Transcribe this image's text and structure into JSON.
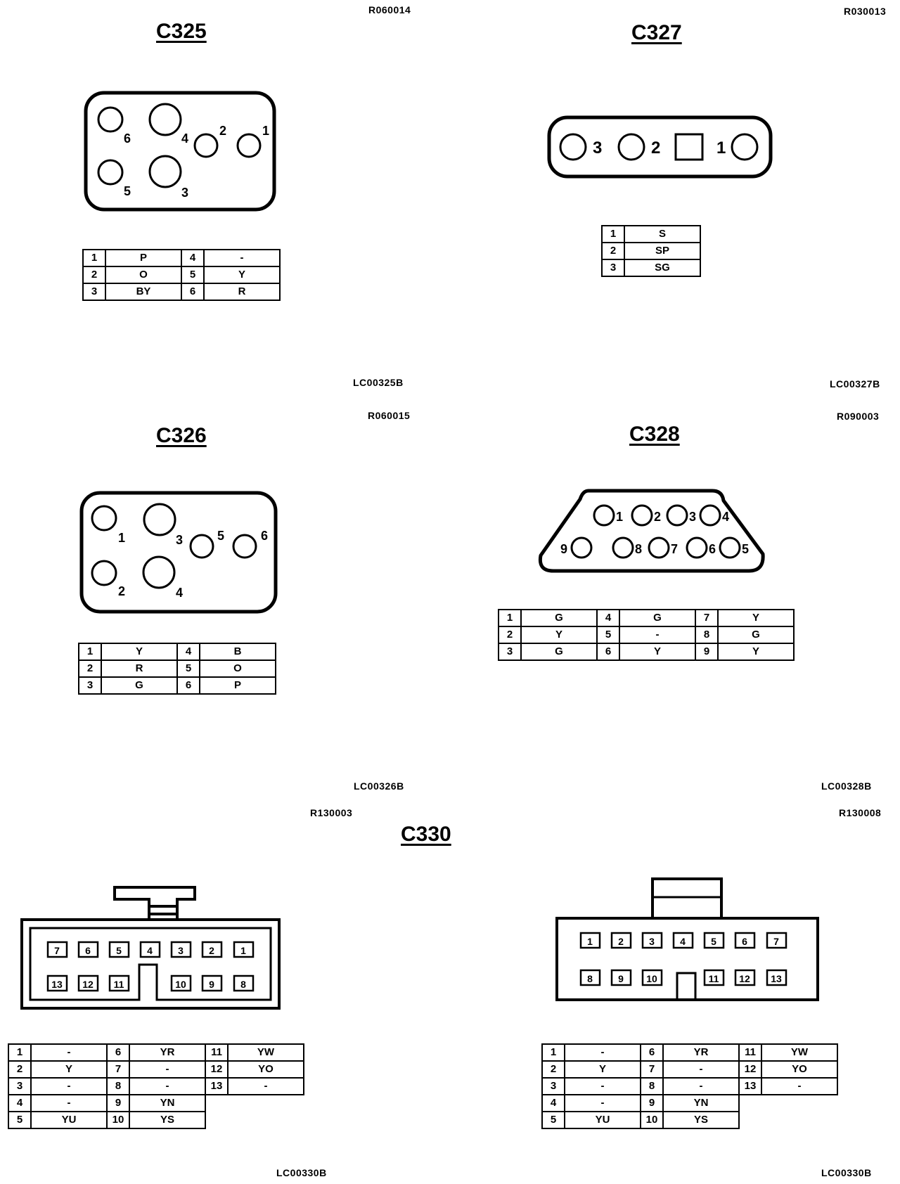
{
  "c325": {
    "title": "C325",
    "ref_code": "R060014",
    "doc_code": "LC00325B",
    "pin_labels": [
      "6",
      "4",
      "2",
      "1",
      "5",
      "3"
    ],
    "rows": [
      [
        {
          "n": "1",
          "v": "P"
        },
        {
          "n": "4",
          "v": "-"
        }
      ],
      [
        {
          "n": "2",
          "v": "O"
        },
        {
          "n": "5",
          "v": "Y"
        }
      ],
      [
        {
          "n": "3",
          "v": "BY"
        },
        {
          "n": "6",
          "v": "R"
        }
      ]
    ]
  },
  "c327": {
    "title": "C327",
    "ref_code": "R030013",
    "doc_code": "LC00327B",
    "pin_labels": [
      "3",
      "2",
      "1"
    ],
    "rows": [
      [
        {
          "n": "1",
          "v": "S"
        }
      ],
      [
        {
          "n": "2",
          "v": "SP"
        }
      ],
      [
        {
          "n": "3",
          "v": "SG"
        }
      ]
    ]
  },
  "c326": {
    "title": "C326",
    "ref_code": "R060015",
    "doc_code": "LC00326B",
    "pin_labels": [
      "1",
      "3",
      "5",
      "6",
      "2",
      "4"
    ],
    "rows": [
      [
        {
          "n": "1",
          "v": "Y"
        },
        {
          "n": "4",
          "v": "B"
        }
      ],
      [
        {
          "n": "2",
          "v": "R"
        },
        {
          "n": "5",
          "v": "O"
        }
      ],
      [
        {
          "n": "3",
          "v": "G"
        },
        {
          "n": "6",
          "v": "P"
        }
      ]
    ]
  },
  "c328": {
    "title": "C328",
    "ref_code": "R090003",
    "doc_code": "LC00328B",
    "pin_labels": [
      "1",
      "2",
      "3",
      "4",
      "9",
      "8",
      "7",
      "6",
      "5"
    ],
    "rows": [
      [
        {
          "n": "1",
          "v": "G"
        },
        {
          "n": "4",
          "v": "G"
        },
        {
          "n": "7",
          "v": "Y"
        }
      ],
      [
        {
          "n": "2",
          "v": "Y"
        },
        {
          "n": "5",
          "v": "-"
        },
        {
          "n": "8",
          "v": "G"
        }
      ],
      [
        {
          "n": "3",
          "v": "G"
        },
        {
          "n": "6",
          "v": "Y"
        },
        {
          "n": "9",
          "v": "Y"
        }
      ]
    ]
  },
  "c330": {
    "title": "C330",
    "left": {
      "ref_code": "R130003",
      "doc_code": "LC00330B",
      "top_row": [
        "7",
        "6",
        "5",
        "4",
        "3",
        "2",
        "1"
      ],
      "bottom_left": [
        "13",
        "12",
        "11"
      ],
      "bottom_right": [
        "10",
        "9",
        "8"
      ],
      "rows": [
        [
          {
            "n": "1",
            "v": "-"
          },
          {
            "n": "6",
            "v": "YR"
          },
          {
            "n": "11",
            "v": "YW"
          }
        ],
        [
          {
            "n": "2",
            "v": "Y"
          },
          {
            "n": "7",
            "v": "-"
          },
          {
            "n": "12",
            "v": "YO"
          }
        ],
        [
          {
            "n": "3",
            "v": "-"
          },
          {
            "n": "8",
            "v": "-"
          },
          {
            "n": "13",
            "v": "-"
          }
        ],
        [
          {
            "n": "4",
            "v": "-"
          },
          {
            "n": "9",
            "v": "YN"
          }
        ],
        [
          {
            "n": "5",
            "v": "YU"
          },
          {
            "n": "10",
            "v": "YS"
          }
        ]
      ]
    },
    "right": {
      "ref_code": "R130008",
      "doc_code": "LC00330B",
      "top_row": [
        "1",
        "2",
        "3",
        "4",
        "5",
        "6",
        "7"
      ],
      "bottom_left": [
        "8",
        "9",
        "10"
      ],
      "bottom_right": [
        "11",
        "12",
        "13"
      ],
      "rows": [
        [
          {
            "n": "1",
            "v": "-"
          },
          {
            "n": "6",
            "v": "YR"
          },
          {
            "n": "11",
            "v": "YW"
          }
        ],
        [
          {
            "n": "2",
            "v": "Y"
          },
          {
            "n": "7",
            "v": "-"
          },
          {
            "n": "12",
            "v": "YO"
          }
        ],
        [
          {
            "n": "3",
            "v": "-"
          },
          {
            "n": "8",
            "v": "-"
          },
          {
            "n": "13",
            "v": "-"
          }
        ],
        [
          {
            "n": "4",
            "v": "-"
          },
          {
            "n": "9",
            "v": "YN"
          }
        ],
        [
          {
            "n": "5",
            "v": "YU"
          },
          {
            "n": "10",
            "v": "YS"
          }
        ]
      ]
    }
  }
}
